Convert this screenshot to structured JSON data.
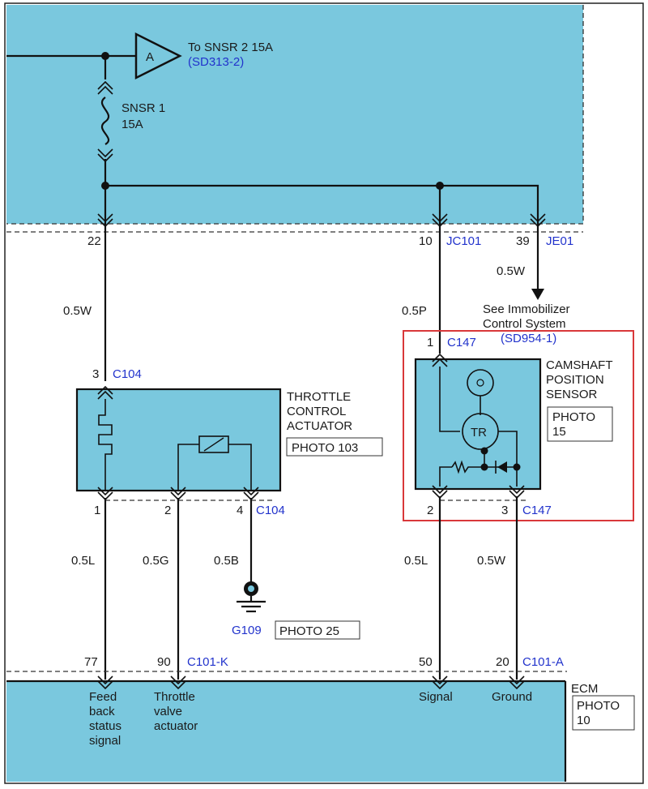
{
  "connector_a": {
    "letter": "A",
    "to_label": "To SNSR 2 15A",
    "to_ref": "(SD313-2)"
  },
  "fuse": {
    "name": "SNSR 1",
    "rating": "15A"
  },
  "wires": {
    "w22": {
      "pin": "22",
      "color": "0.5W"
    },
    "w10": {
      "pin": "10",
      "connector": "JC101",
      "color": "0.5P"
    },
    "w39": {
      "pin": "39",
      "connector": "JE01",
      "color": "0.5W",
      "note_line1": "See Immobilizer",
      "note_line2": "Control System",
      "note_ref": "(SD954-1)"
    }
  },
  "throttle": {
    "title_line1": "THROTTLE",
    "title_line2": "CONTROL",
    "title_line3": "ACTUATOR",
    "photo": "PHOTO 103",
    "top_pin": "3",
    "top_connector": "C104",
    "pin1": "1",
    "pin2": "2",
    "pin4": "4",
    "bottom_connector": "C104",
    "color1": "0.5L",
    "color2": "0.5G",
    "color4": "0.5B"
  },
  "ground": {
    "name": "G109",
    "photo": "PHOTO 25"
  },
  "camshaft": {
    "title_line1": "CAMSHAFT",
    "title_line2": "POSITION",
    "title_line3": "SENSOR",
    "photo_line1": "PHOTO",
    "photo_line2": "15",
    "top_pin": "1",
    "top_connector": "C147",
    "pin2": "2",
    "pin3": "3",
    "bottom_connector": "C147",
    "color2": "0.5L",
    "color3": "0.5W",
    "tr_label": "TR"
  },
  "ecm": {
    "name": "ECM",
    "photo_line1": "PHOTO",
    "photo_line2": "10",
    "pin77": "77",
    "pin90": "90",
    "connector_k": "C101-K",
    "pin50": "50",
    "pin20": "20",
    "connector_a": "C101-A",
    "label77_line1": "Feed",
    "label77_line2": "back",
    "label77_line3": "status",
    "label77_line4": "signal",
    "label90_line1": "Throttle",
    "label90_line2": "valve",
    "label90_line3": "actuator",
    "label50": "Signal",
    "label20": "Ground"
  },
  "colors": {
    "panel_fill": "#7ac8de",
    "highlight": "#d9383a",
    "reference_text": "#2233cc"
  }
}
